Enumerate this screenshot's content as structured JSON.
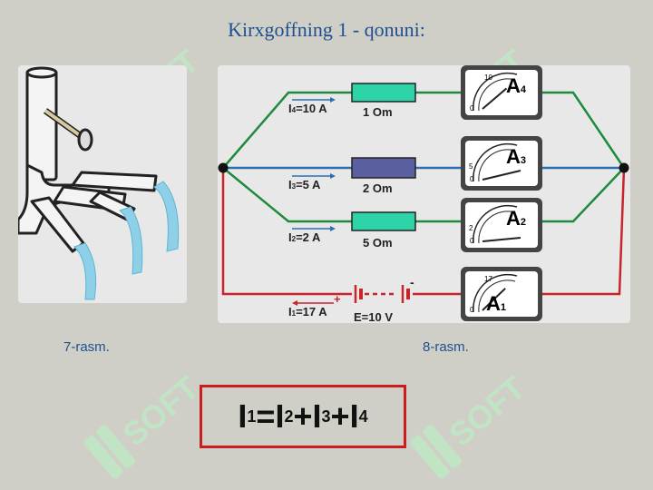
{
  "slide": {
    "title": "Kirxgoffning 1 - qonuni:"
  },
  "figures": {
    "left_caption": "7-rasm.",
    "right_caption": "8-rasm."
  },
  "watermark": {
    "text": "SOFT",
    "color": "#bfe8c4"
  },
  "circuit": {
    "branches": [
      {
        "current": "I",
        "index": "4",
        "value": "=10 A",
        "resistor": "1 Om",
        "resistor_color": "#2ed3a8",
        "meter": "A",
        "meter_index": "4",
        "scale_mark": "10"
      },
      {
        "current": "I",
        "index": "3",
        "value": "=5 A",
        "resistor": "2 Om",
        "resistor_color": "#5a5fa0",
        "meter": "A",
        "meter_index": "3",
        "scale_mark": "5"
      },
      {
        "current": "I",
        "index": "2",
        "value": "=2 A",
        "resistor": "5 Om",
        "resistor_color": "#2ed3a8",
        "meter": "A",
        "meter_index": "2",
        "scale_mark": "2"
      }
    ],
    "main": {
      "current": "I",
      "index": "1",
      "value": "=17 A",
      "emf": "E=10 V",
      "plus": "+",
      "minus": "-",
      "meter": "A",
      "meter_index": "1",
      "scale_mark": "17"
    },
    "wire_colors": {
      "top": "#1e8a3c",
      "middle": "#2a6fb5",
      "bottom": "#c8242a"
    }
  },
  "formula": {
    "t1": "I",
    "s1": "1",
    "eq": "=",
    "t2": "I",
    "s2": "2",
    "p1": "+",
    "t3": "I",
    "s3": "3",
    "p2": "+",
    "t4": "I",
    "s4": "4"
  }
}
